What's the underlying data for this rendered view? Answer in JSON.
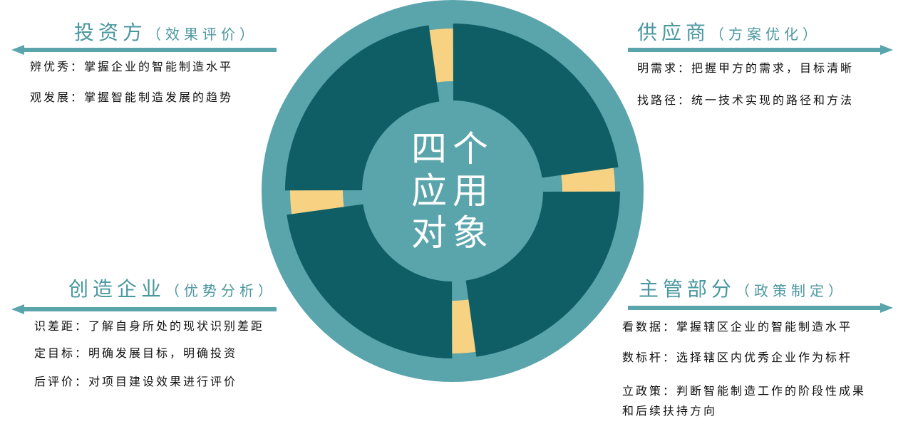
{
  "colors": {
    "accent": "#5aa4ac",
    "dark": "#0f5e66",
    "yellow": "#f7d283",
    "text": "#111111",
    "center_text": "#ffffff"
  },
  "center": {
    "line1": "四个",
    "line2": "应用",
    "line3": "对象"
  },
  "investor": {
    "title": "投资方",
    "subtitle": "（效果评价）",
    "arrow_direction": "left",
    "items": [
      "辨优秀：掌握企业的智能制造水平",
      "观发展：掌握智能制造发展的趋势"
    ]
  },
  "supplier": {
    "title": "供应商",
    "subtitle": "（方案优化）",
    "arrow_direction": "right",
    "items": [
      "明需求：把握甲方的需求，目标清晰",
      "找路径：统一技术实现的路径和方法"
    ]
  },
  "enterprise": {
    "title": "创造企业",
    "subtitle": "（优势分析）",
    "arrow_direction": "left",
    "items": [
      "识差距：了解自身所处的现状识别差距",
      "定目标：明确发展目标，明确投资",
      "后评价：对项目建设效果进行评价"
    ]
  },
  "authority": {
    "title": "主管部分",
    "subtitle": "（政策制定）",
    "arrow_direction": "right",
    "items": [
      "看数据：掌握辖区企业的智能制造水平",
      "数标杆：选择辖区内优秀企业作为标杆",
      "立政策：判断智能制造工作的阶段性成果",
      "和后续扶持方向"
    ]
  }
}
